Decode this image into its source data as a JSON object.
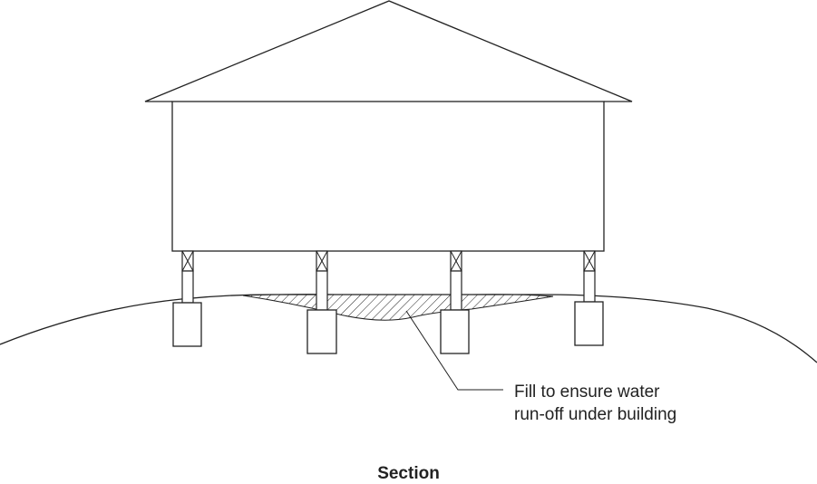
{
  "diagram": {
    "annotation": {
      "line1": "Fill to ensure water",
      "line2": "run-off under building"
    },
    "caption": "Section"
  },
  "colors": {
    "line": "#222222",
    "background": "#ffffff"
  }
}
